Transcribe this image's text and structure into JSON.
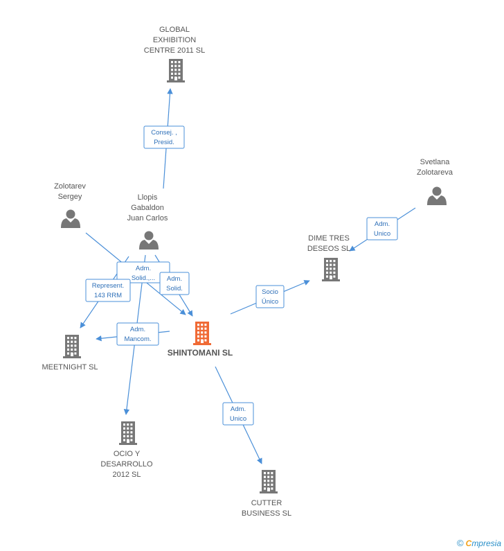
{
  "nodes": [
    {
      "id": "global",
      "type": "company",
      "color": "#777777",
      "label": [
        "GLOBAL",
        "EXHIBITION",
        "CENTRE 2011 SL"
      ],
      "main": false
    },
    {
      "id": "zolotarev",
      "type": "person",
      "color": "#777777",
      "label": [
        "Zolotarev",
        "Sergey"
      ],
      "main": false
    },
    {
      "id": "llopis",
      "type": "person",
      "color": "#777777",
      "label": [
        "Llopis",
        "Gabaldon",
        "Juan Carlos"
      ],
      "main": false
    },
    {
      "id": "svetlana",
      "type": "person",
      "color": "#777777",
      "label": [
        "Svetlana",
        "Zolotareva"
      ],
      "main": false
    },
    {
      "id": "dime",
      "type": "company",
      "color": "#777777",
      "label": [
        "DIME TRES",
        "DESEOS SL"
      ],
      "main": false
    },
    {
      "id": "shintomani",
      "type": "company",
      "color": "#f06a35",
      "label": [
        "SHINTOMANI SL"
      ],
      "main": true
    },
    {
      "id": "meetnight",
      "type": "company",
      "color": "#777777",
      "label": [
        "MEETNIGHT SL"
      ],
      "main": false
    },
    {
      "id": "ocio",
      "type": "company",
      "color": "#777777",
      "label": [
        "OCIO Y",
        "DESARROLLO",
        "2012 SL"
      ],
      "main": false
    },
    {
      "id": "cutter",
      "type": "company",
      "color": "#777777",
      "label": [
        "CUTTER",
        "BUSINESS SL"
      ],
      "main": false
    }
  ],
  "edges": [
    {
      "from": "llopis",
      "to": "global",
      "label": [
        "Consej. ,",
        "Presid."
      ]
    },
    {
      "from": "svetlana",
      "to": "dime",
      "label": [
        "Adm.",
        "Unico"
      ]
    },
    {
      "from": "shintomani",
      "to": "dime",
      "label": [
        "Socio",
        "Único"
      ]
    },
    {
      "from": "zolotarev",
      "to": "shintomani",
      "label": [
        "Adm.",
        "Solid.,..."
      ]
    },
    {
      "from": "llopis",
      "to": "shintomani",
      "label": [
        "Adm.",
        "Solid."
      ]
    },
    {
      "from": "llopis",
      "to": "meetnight",
      "label": [
        "Represent.",
        "143 RRM"
      ]
    },
    {
      "from": "shintomani",
      "to": "meetnight",
      "label": [
        "Adm.",
        "Mancom."
      ]
    },
    {
      "from": "llopis",
      "to": "ocio",
      "label": []
    },
    {
      "from": "shintomani",
      "to": "cutter",
      "label": [
        "Adm.",
        "Unico"
      ]
    }
  ],
  "colors": {
    "edge": "#4a8fd8",
    "edge_text": "#2d6fb8",
    "node_default": "#777777",
    "node_main": "#f06a35"
  },
  "footer": {
    "copyright": "©",
    "brand_first": "C",
    "brand_rest": "mpresia"
  }
}
